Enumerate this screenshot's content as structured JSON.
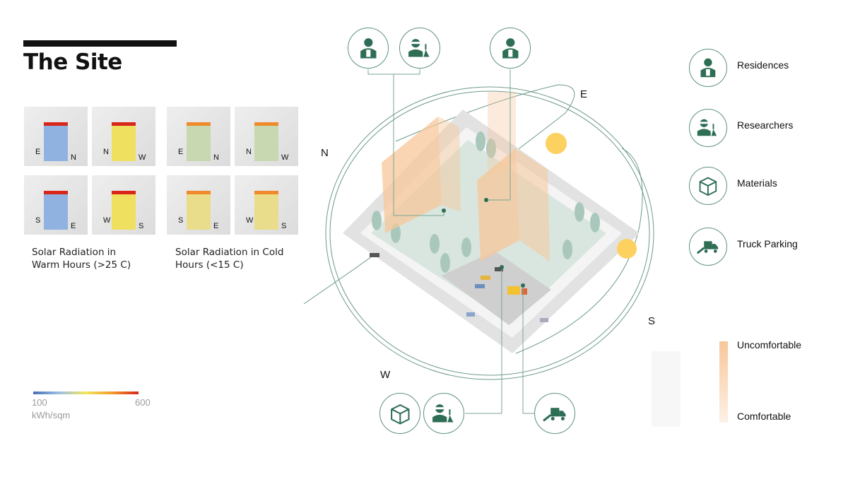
{
  "title": "The Site",
  "solar": {
    "warm": {
      "caption_line1": "Solar Radiation in",
      "caption_line2": "Warm Hours (>25 C)",
      "views": [
        {
          "a": "E",
          "b": "N"
        },
        {
          "a": "N",
          "b": "W"
        },
        {
          "a": "S",
          "b": "E"
        },
        {
          "a": "W",
          "b": "S"
        }
      ]
    },
    "cold": {
      "caption_line1": "Solar Radiation in Cold",
      "caption_line2": "Hours (<15 C)",
      "views": [
        {
          "a": "E",
          "b": "N"
        },
        {
          "a": "N",
          "b": "W"
        },
        {
          "a": "S",
          "b": "E"
        },
        {
          "a": "W",
          "b": "S"
        }
      ]
    }
  },
  "colorbar": {
    "min": "100",
    "max": "600",
    "unit": "kWh/sqm",
    "colors": [
      "#4a6fb5",
      "#f3e65a",
      "#d8261a"
    ]
  },
  "compass": {
    "n": "N",
    "e": "E",
    "s": "S",
    "w": "W"
  },
  "legend": {
    "items": [
      {
        "label": "Residences",
        "icon": "resident-icon"
      },
      {
        "label": "Researchers",
        "icon": "researcher-icon"
      },
      {
        "label": "Materials",
        "icon": "box-icon"
      },
      {
        "label": "Truck Parking",
        "icon": "truck-icon"
      }
    ],
    "comfort_high": "Uncomfortable",
    "comfort_low": "Comfortable"
  },
  "colors": {
    "accent": "#2e6e55",
    "sun": "#fdd160",
    "building": "#f7c79a"
  }
}
